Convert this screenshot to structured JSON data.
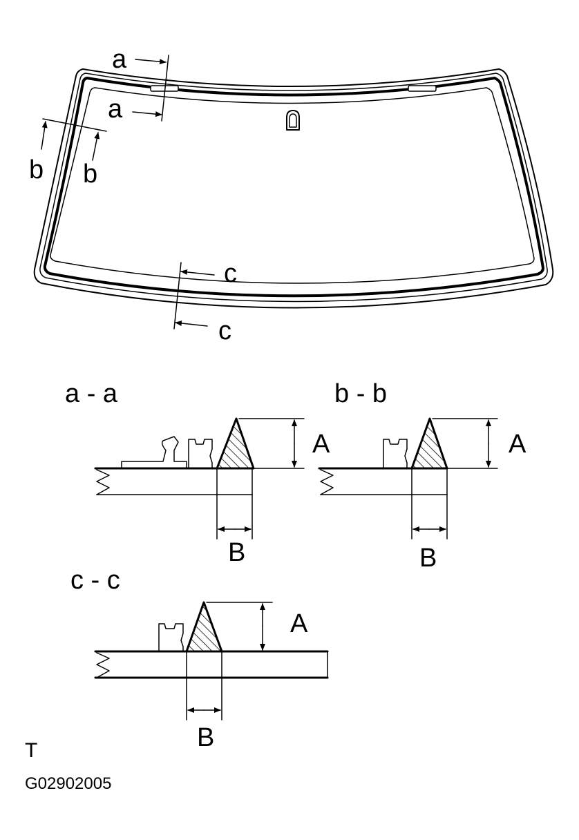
{
  "windshield": {
    "cut_marks": {
      "a": "a",
      "b": "b",
      "c": "c"
    }
  },
  "sections": [
    {
      "id": "a",
      "title": "a - a",
      "height_label": "A",
      "width_label": "B"
    },
    {
      "id": "b",
      "title": "b - b",
      "height_label": "A",
      "width_label": "B"
    },
    {
      "id": "c",
      "title": "c - c",
      "height_label": "A",
      "width_label": "B"
    }
  ],
  "footer": {
    "mark": "T",
    "code": "G02902005"
  }
}
